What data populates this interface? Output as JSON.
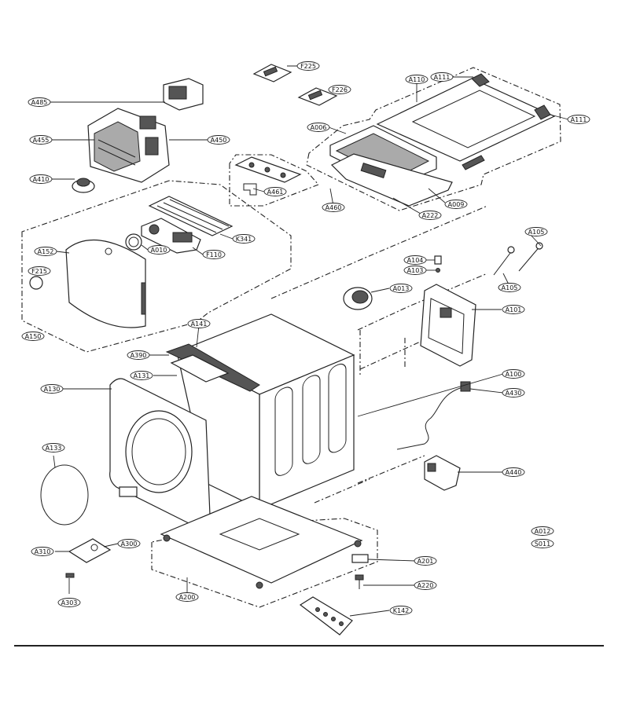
{
  "diagram": {
    "labels": {
      "F225": "F225",
      "F226": "F226",
      "A485": "A485",
      "A455": "A455",
      "A450": "A450",
      "A410": "A410",
      "A110": "A110",
      "A111a": "A111",
      "A111b": "A111",
      "A006": "A006",
      "A009": "A009",
      "A222": "A222",
      "A460": "A460",
      "A461": "A461",
      "K341": "K341",
      "F110": "F110",
      "A010": "A010",
      "A152": "A152",
      "F215": "F215",
      "A150": "A150",
      "A104": "A104",
      "A103": "A103",
      "A105a": "A105",
      "A105b": "A105",
      "A013": "A013",
      "A101": "A101",
      "A141": "A141",
      "A390": "A390",
      "A131": "A131",
      "A130": "A130",
      "A100": "A100",
      "A430": "A430",
      "A440": "A440",
      "A133": "A133",
      "A310": "A310",
      "A300": "A300",
      "A303": "A303",
      "A200": "A200",
      "A201": "A201",
      "A220": "A220",
      "A012": "A012",
      "S011": "S011",
      "K142": "K142"
    }
  }
}
